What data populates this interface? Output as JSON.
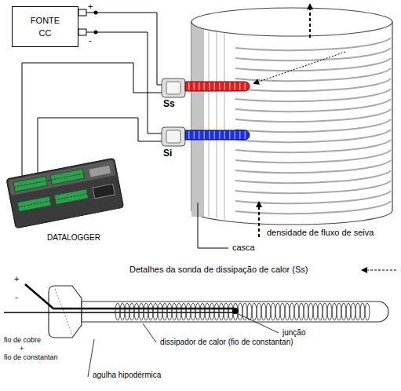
{
  "diagram": {
    "nodes": [
      {
        "text": [
          "FONTE CC"
        ]
      }
    ],
    "labels": [
      "+",
      "-",
      "Ss",
      "Si",
      "DATALOGGER",
      "densidade de fluxo de seiva",
      "casca",
      "Detalhes da sonda de dissipação de calor (Ss)",
      "+",
      "-",
      "fio de cobre",
      "+",
      "fio de constantan",
      "junção",
      "dissipador de calor (fio de constantan)",
      "agulha hipodérmica"
    ]
  }
}
